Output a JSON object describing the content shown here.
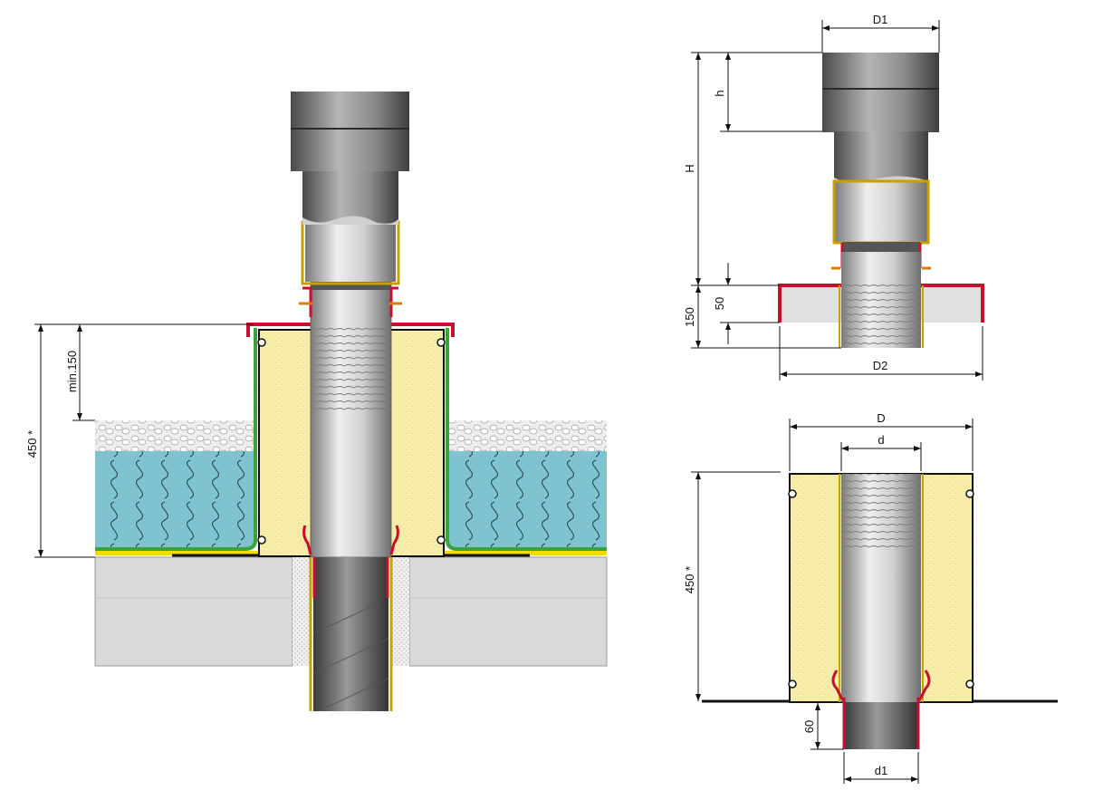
{
  "labels": {
    "main_height": "450 *",
    "main_min": "min.150",
    "top_D1": "D1",
    "top_h": "h",
    "top_H": "H",
    "top_150": "150",
    "top_50": "50",
    "top_D2": "D2",
    "bot_D": "D",
    "bot_d": "d",
    "bot_height": "450 *",
    "bot_60": "60",
    "bot_d1": "d1"
  },
  "colors": {
    "insulation_fill": "#f7eeaa",
    "xps_fill": "#7ec3cf",
    "gravel_fill": "#e9e9e9",
    "concrete_fill": "#d9d9d9",
    "membrane_green": "#3aa33a",
    "flange_red": "#c8102e",
    "bitumen_yellow": "#f2d900",
    "pipe_grey": "#b8b8b8"
  }
}
